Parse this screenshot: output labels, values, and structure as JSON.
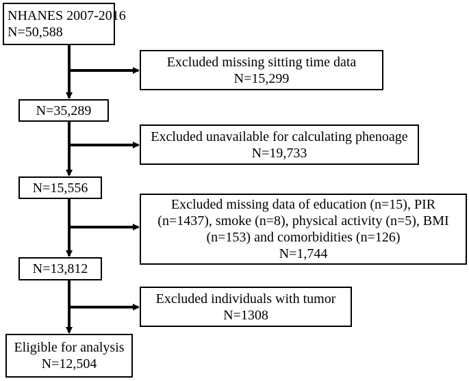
{
  "flowchart": {
    "main_boxes": [
      {
        "lines": [
          "NHANES 2007-2016",
          "N=50,588"
        ]
      },
      {
        "lines": [
          "N=35,289"
        ]
      },
      {
        "lines": [
          "N=15,556"
        ]
      },
      {
        "lines": [
          "N=13,812"
        ]
      },
      {
        "lines": [
          "Eligible for analysis",
          "N=12,504"
        ]
      }
    ],
    "exclusion_boxes": [
      {
        "lines": [
          "Excluded missing sitting time data",
          "N=15,299"
        ]
      },
      {
        "lines": [
          "Excluded unavailable for calculating phenoage",
          "N=19,733"
        ]
      },
      {
        "lines": [
          "Excluded missing data of education (n=15), PIR",
          "(n=1437), smoke (n=8), physical activity (n=5),  BMI",
          "(n=153) and  comorbidities (n=126)",
          "N=1,744"
        ]
      },
      {
        "lines": [
          "Excluded individuals with tumor",
          "N=1308"
        ]
      }
    ],
    "colors": {
      "stroke": "#000000",
      "background": "#ffffff"
    }
  }
}
